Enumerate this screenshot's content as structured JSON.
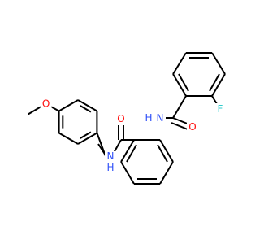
{
  "molecule": {
    "atoms": {
      "fluorine": {
        "text": "F",
        "color": "#33cccc"
      },
      "oxygen_amide_top": {
        "text": "O",
        "color": "#ff0d0d"
      },
      "nitrogen_amide_top": {
        "text": "N",
        "color": "#3050f8"
      },
      "hydrogen_amide_top": {
        "text": "H",
        "color": "#3050f8"
      },
      "oxygen_amide_mid": {
        "text": "O",
        "color": "#ff0d0d"
      },
      "nitrogen_amide_mid": {
        "text": "N",
        "color": "#3050f8"
      },
      "hydrogen_amide_mid": {
        "text": "H",
        "color": "#3050f8"
      },
      "oxygen_methoxy": {
        "text": "O",
        "color": "#ff0d0d"
      }
    }
  }
}
